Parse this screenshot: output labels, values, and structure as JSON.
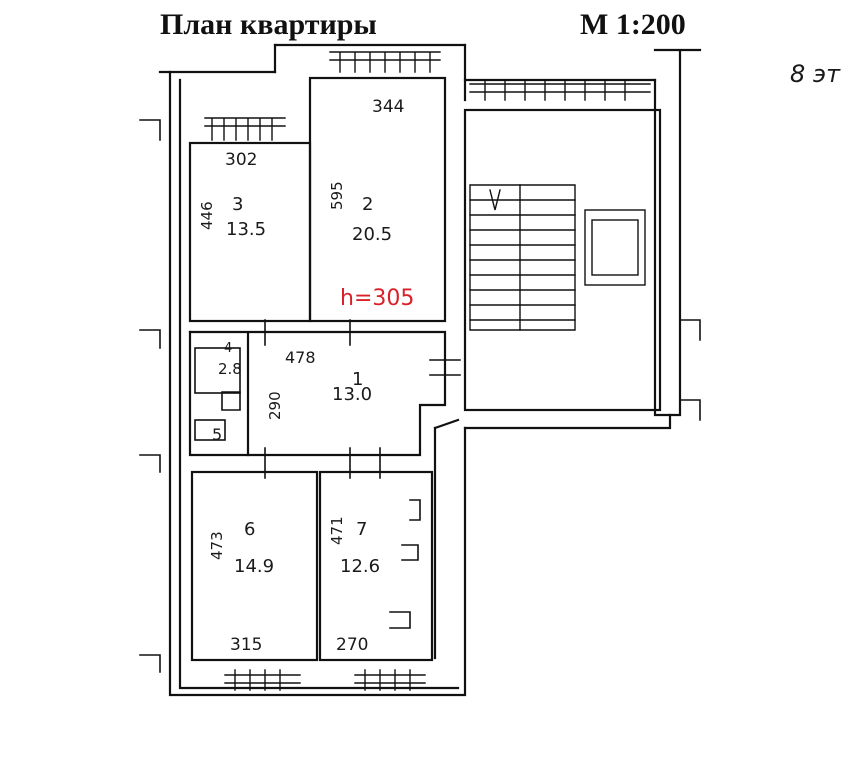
{
  "header": {
    "title": "План квартиры",
    "scale": "М 1:200",
    "margin_note": "8 эт"
  },
  "ceiling_note": "h=305",
  "rooms": [
    {
      "number": "1",
      "area": "13.0",
      "dim_a": "478",
      "dim_b": "290"
    },
    {
      "number": "2",
      "area": "20.5",
      "dim_a": "344",
      "dim_b": "595"
    },
    {
      "number": "3",
      "area": "13.5",
      "dim_a": "302",
      "dim_b": "446"
    },
    {
      "number": "4",
      "area": "2.8"
    },
    {
      "number": "5"
    },
    {
      "number": "6",
      "area": "14.9",
      "dim_a": "315",
      "dim_b": "473"
    },
    {
      "number": "7",
      "area": "12.6",
      "dim_a": "270",
      "dim_b": "471"
    }
  ],
  "colors": {
    "ink": "#111111",
    "pen": "#1a1a1a",
    "red_pen": "#d8212a"
  }
}
